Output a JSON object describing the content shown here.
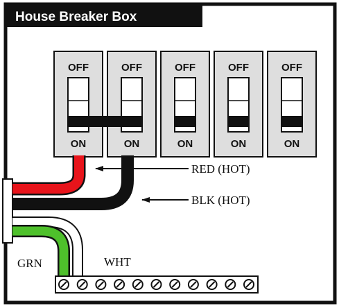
{
  "title": "House Breaker Box",
  "breakers": [
    {
      "top_label": "OFF",
      "bottom_label": "ON",
      "state": "on",
      "tied": true
    },
    {
      "top_label": "OFF",
      "bottom_label": "ON",
      "state": "on",
      "tied": true
    },
    {
      "top_label": "OFF",
      "bottom_label": "ON",
      "state": "on",
      "tied": false
    },
    {
      "top_label": "OFF",
      "bottom_label": "ON",
      "state": "on",
      "tied": false
    },
    {
      "top_label": "OFF",
      "bottom_label": "ON",
      "state": "on",
      "tied": false
    }
  ],
  "wires": [
    {
      "label": "RED (HOT)",
      "color": "#e8141b"
    },
    {
      "label": "BLK (HOT)",
      "color": "#111111"
    },
    {
      "label": "GRN",
      "color": "#4ec02b"
    },
    {
      "label": "WHT",
      "color": "#ffffff"
    }
  ],
  "terminal_screw_count": 11,
  "colors": {
    "frame": "#111111",
    "breaker_fill": "#dedede",
    "background": "#ffffff"
  }
}
